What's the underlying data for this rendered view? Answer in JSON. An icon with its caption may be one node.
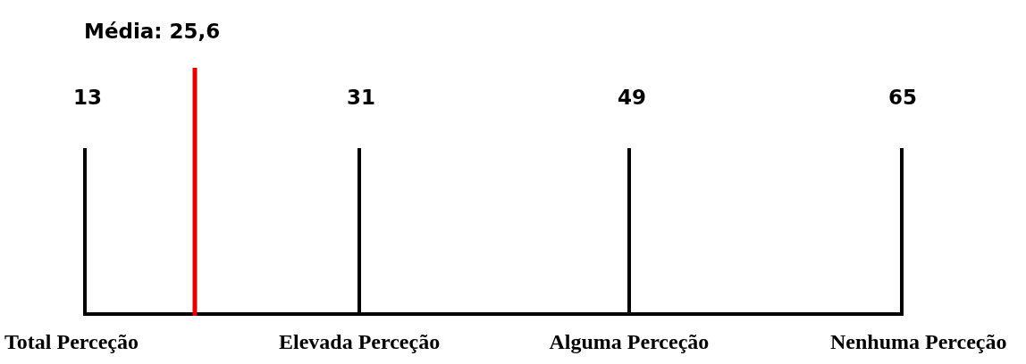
{
  "diagram": {
    "labels": [
      "Média: 25,6",
      "13",
      "31",
      "49",
      "65",
      "Total Perceção",
      "Elevada Perceção",
      "Alguma Perceção",
      "Nenhuma Perceção"
    ]
  }
}
